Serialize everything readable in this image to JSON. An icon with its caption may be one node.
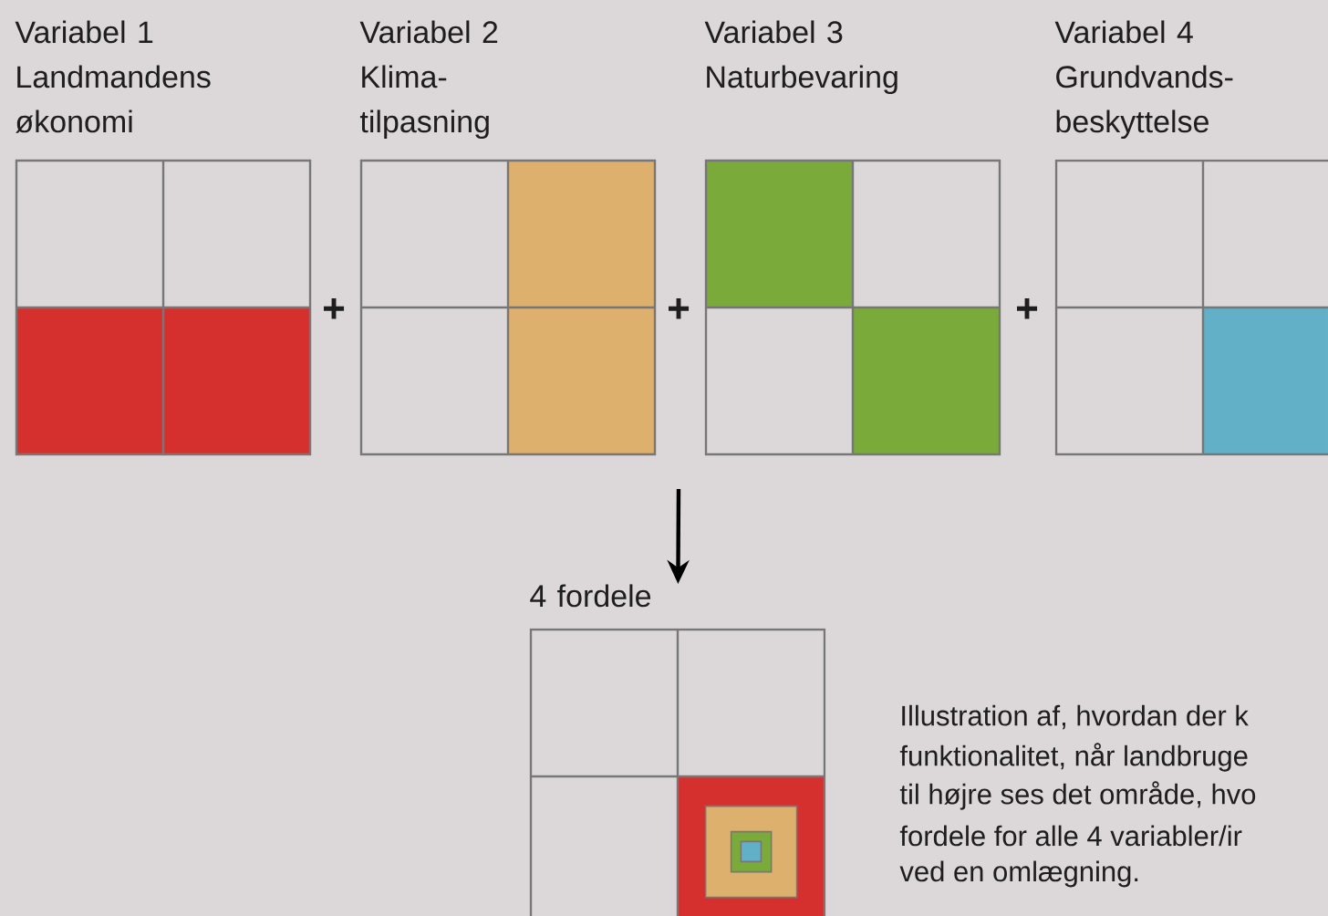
{
  "diagram": {
    "nodes": [
      {
        "text": [
          "Variabel 1",
          "Landmandens økonomi"
        ]
      },
      {
        "text": [
          "Variabel 2",
          "Klima-tilpasning"
        ]
      },
      {
        "text": [
          "Variabel 3",
          "Naturbevaring"
        ]
      },
      {
        "text": [
          "Variabel 4",
          "Grundvands-beskyttelse"
        ]
      },
      {
        "text": [
          "4 fordele"
        ]
      }
    ],
    "edges": [
      {
        "from": null,
        "to": 4,
        "arrow": "to"
      }
    ],
    "labels": [
      "+",
      "+",
      "+",
      "Illustration af, hvordan der k",
      "funktionalitet, når landbruge",
      "til højre ses det område, hvo",
      "fordele for alle 4 variabler/ir",
      "ved en omlægning."
    ]
  }
}
